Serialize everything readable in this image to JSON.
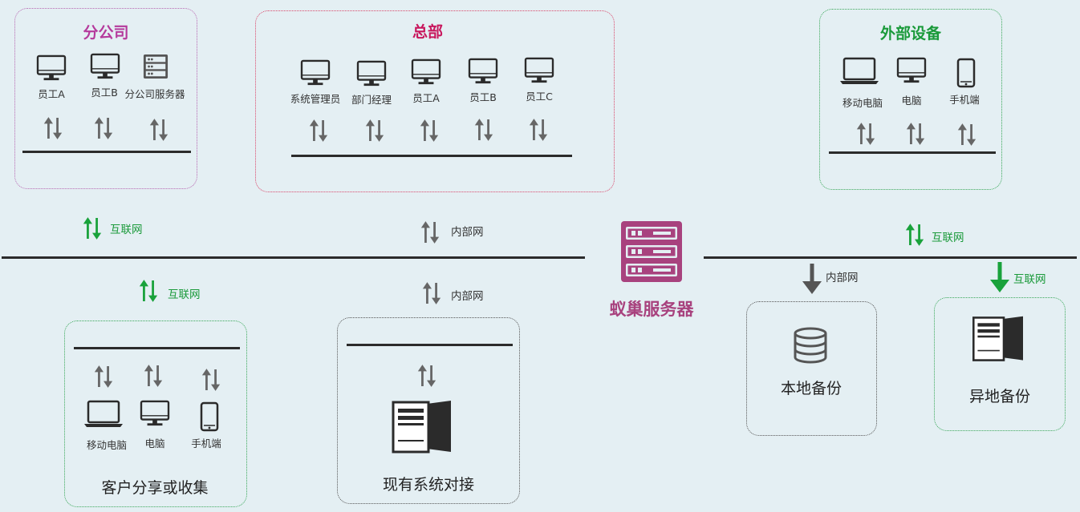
{
  "colors": {
    "branch": "#b53a9c",
    "hq": "#c8175d",
    "external": "#1a9a3a",
    "server": "#a8427e",
    "arrow_gray": "#666666",
    "arrow_green": "#19a23b"
  },
  "branch": {
    "title": "分公司",
    "devices": [
      "员工A",
      "员工B",
      "分公司服务器"
    ]
  },
  "hq": {
    "title": "总部",
    "devices": [
      "系统管理员",
      "部门经理",
      "员工A",
      "员工B",
      "员工C"
    ]
  },
  "external": {
    "title": "外部设备",
    "devices": [
      "移动电脑",
      "电脑",
      "手机端"
    ]
  },
  "networks": {
    "internet": "互联网",
    "intranet": "内部网"
  },
  "server": {
    "label": "蚁巢服务器"
  },
  "customer": {
    "devices": [
      "移动电脑",
      "电脑",
      "手机端"
    ],
    "caption": "客户分享或收集"
  },
  "existing": {
    "caption": "现有系统对接"
  },
  "local_backup": {
    "caption": "本地备份"
  },
  "remote_backup": {
    "caption": "异地备份"
  }
}
